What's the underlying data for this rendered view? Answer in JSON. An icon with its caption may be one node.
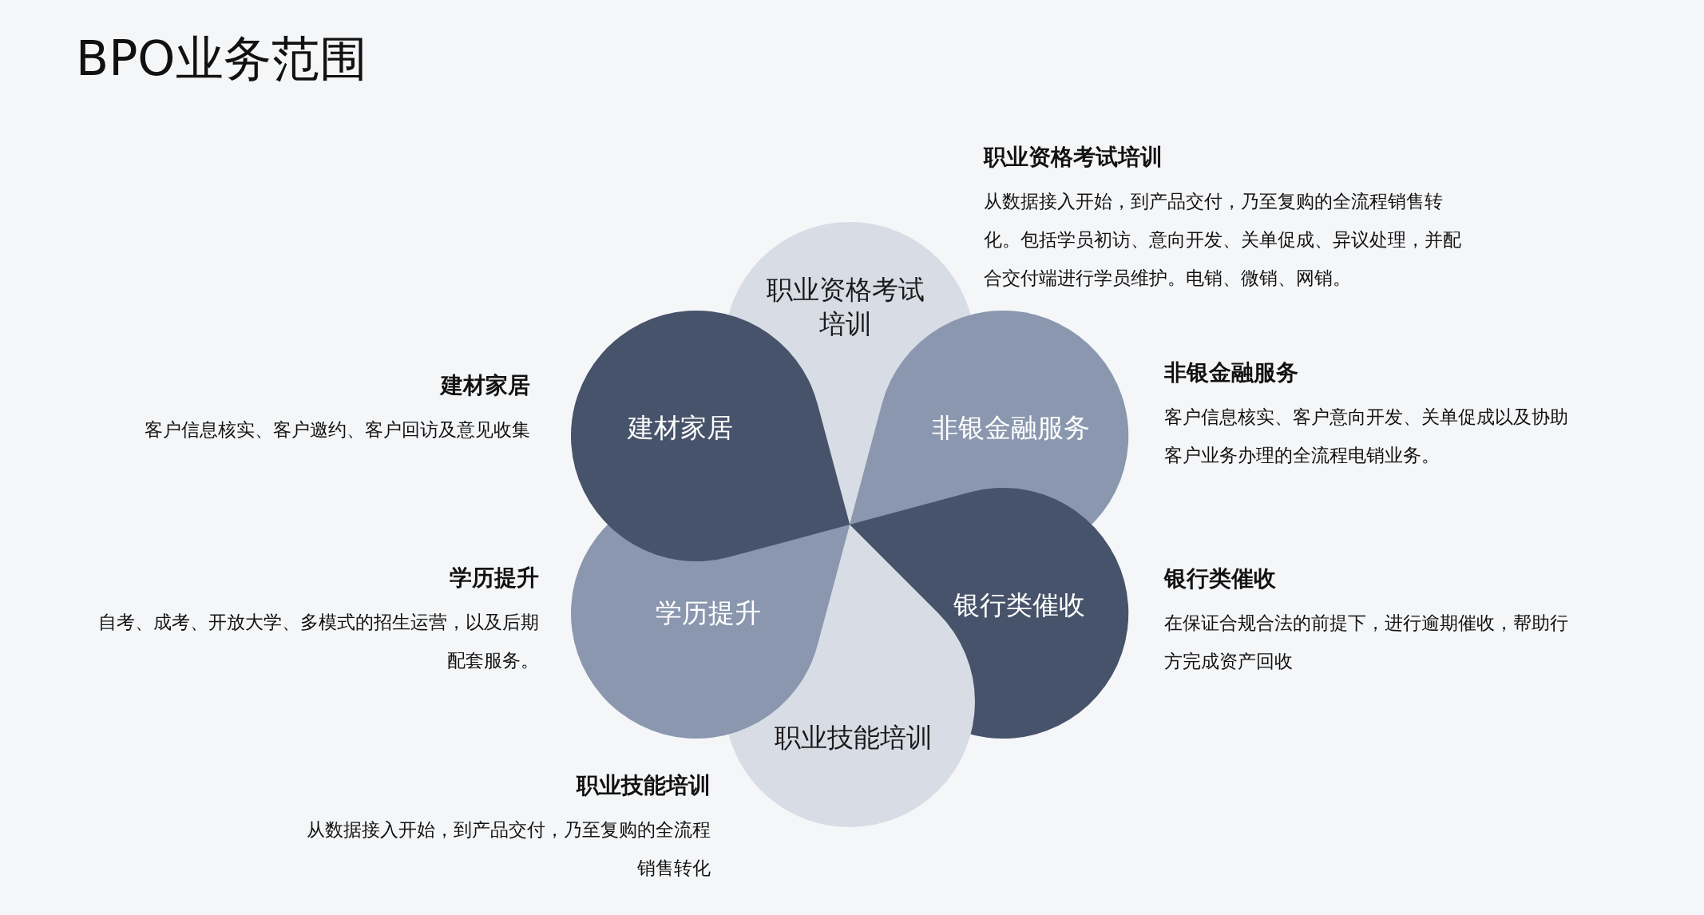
{
  "diagram": {
    "title": "BPO业务范围",
    "nodes": [
      {
        "text": [
          "职业资格考试培训"
        ],
        "beside": [
          "职业资格考试培训",
          "从数据接入开始，到产品交付，乃至复购的全流程销售转化。包括学员初访、意向开发、关单促成、异议处理，并配合交付端进行学员维护。电销、微销、网销。"
        ]
      },
      {
        "text": [
          "非银金融服务"
        ],
        "beside": [
          "非银金融服务",
          "客户信息核实、客户意向开发、关单促成以及协助客户业务办理的全流程电销业务。"
        ]
      },
      {
        "text": [
          "银行类催收"
        ],
        "beside": [
          "银行类催收",
          "在保证合规合法的前提下，进行逾期催收，帮助行方完成资产回收"
        ]
      },
      {
        "text": [
          "职业技能培训"
        ],
        "beside": [
          "职业技能培训",
          "从数据接入开始，到产品交付，乃至复购的全流程销售转化"
        ]
      },
      {
        "text": [
          "学历提升"
        ],
        "beside": [
          "学历提升",
          "自考、成考、开放大学、多模式的招生运营，以及后期配套服务。"
        ]
      },
      {
        "text": [
          "建材家居"
        ],
        "beside": [
          "建材家居",
          "客户信息核实、客户邀约、客户回访及意见收集"
        ]
      }
    ]
  }
}
